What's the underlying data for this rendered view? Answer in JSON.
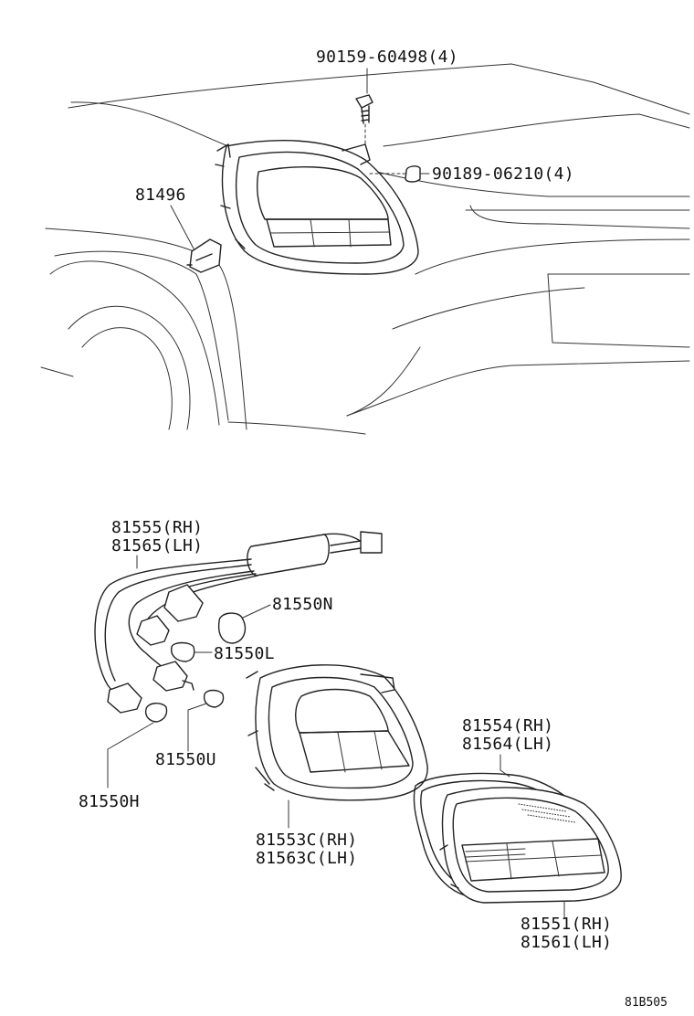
{
  "labels": {
    "bolt": "90159-60498(4)",
    "nut": "90189-06210(4)",
    "socket": "81496",
    "wire_rh": "81555(RH)",
    "wire_lh": "81565(LH)",
    "bulb_n": "81550N",
    "bulb_l": "81550L",
    "bulb_u": "81550U",
    "bulb_h": "81550H",
    "housing_rh": "81553C(RH)",
    "housing_lh": "81563C(LH)",
    "gasket_rh": "81554(RH)",
    "gasket_lh": "81564(LH)",
    "lamp_rh": "81551(RH)",
    "lamp_lh": "81561(LH)"
  },
  "figure_code": "81B505"
}
